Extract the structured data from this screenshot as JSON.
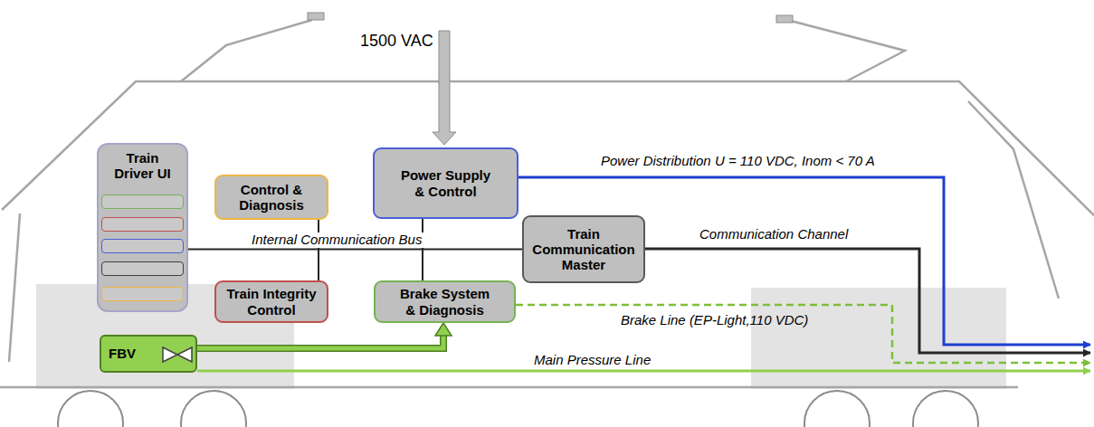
{
  "diagram": {
    "nodes": [
      {
        "text": [
          "Train Driver UI"
        ]
      },
      {
        "text": [
          "Control & Diagnosis"
        ]
      },
      {
        "text": [
          "Power Supply & Control"
        ]
      },
      {
        "text": [
          "Train Communication Master"
        ]
      },
      {
        "text": [
          "Train Integrity Control"
        ]
      },
      {
        "text": [
          "Brake System & Diagnosis"
        ]
      },
      {
        "text": [
          "FBV"
        ]
      }
    ],
    "edges": [
      {
        "from": 0,
        "to": 3,
        "arrow": "none",
        "label": "Internal Communication Bus"
      },
      {
        "from": 1,
        "to": 4,
        "arrow": "none"
      },
      {
        "from": 2,
        "to": 5,
        "arrow": "none"
      },
      {
        "from": 6,
        "to": 5,
        "arrow": "to"
      }
    ],
    "labels": [
      "1500 VAC",
      "Power Distribution U = 110 VDC, Inom < 70 A",
      "Communication Channel",
      "Brake Line (EP-Light,110 VDC)",
      "Main Pressure Line"
    ]
  }
}
